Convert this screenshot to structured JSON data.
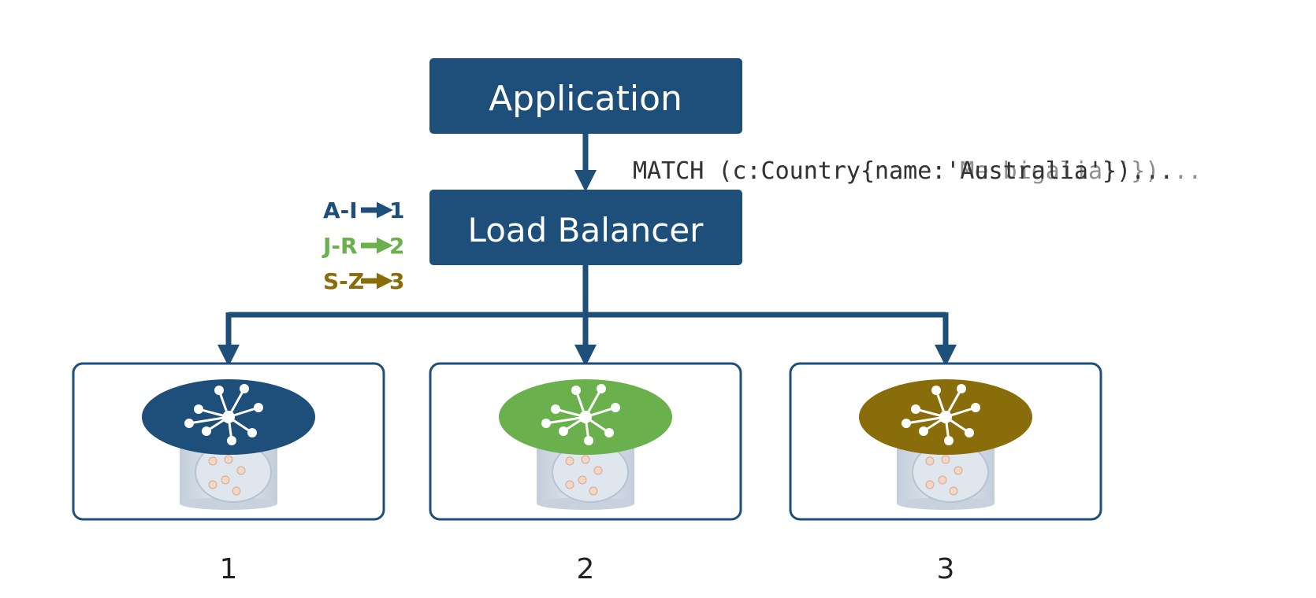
{
  "application": {
    "label": "Application"
  },
  "load_balancer": {
    "label": "Load Balancer"
  },
  "query": {
    "text": "MATCH (c:Country{name:'Australia'})...",
    "overlay_text": "MATCH (c:Country{name:'Mesbigalia!'})..."
  },
  "routing_rules": [
    {
      "range": "A-I",
      "target": "1",
      "color": "#1d4f7a"
    },
    {
      "range": "J-R",
      "target": "2",
      "color": "#6ab04c"
    },
    {
      "range": "S-Z",
      "target": "3",
      "color": "#8a6d0b"
    }
  ],
  "shards": [
    {
      "label": "1",
      "color": "#1d4f7a"
    },
    {
      "label": "2",
      "color": "#6ab04c"
    },
    {
      "label": "3",
      "color": "#8a6d0b"
    }
  ],
  "colors": {
    "primary": "#1d4f7a",
    "border": "#1d4f7a",
    "cylinder": "#d3dce6"
  }
}
